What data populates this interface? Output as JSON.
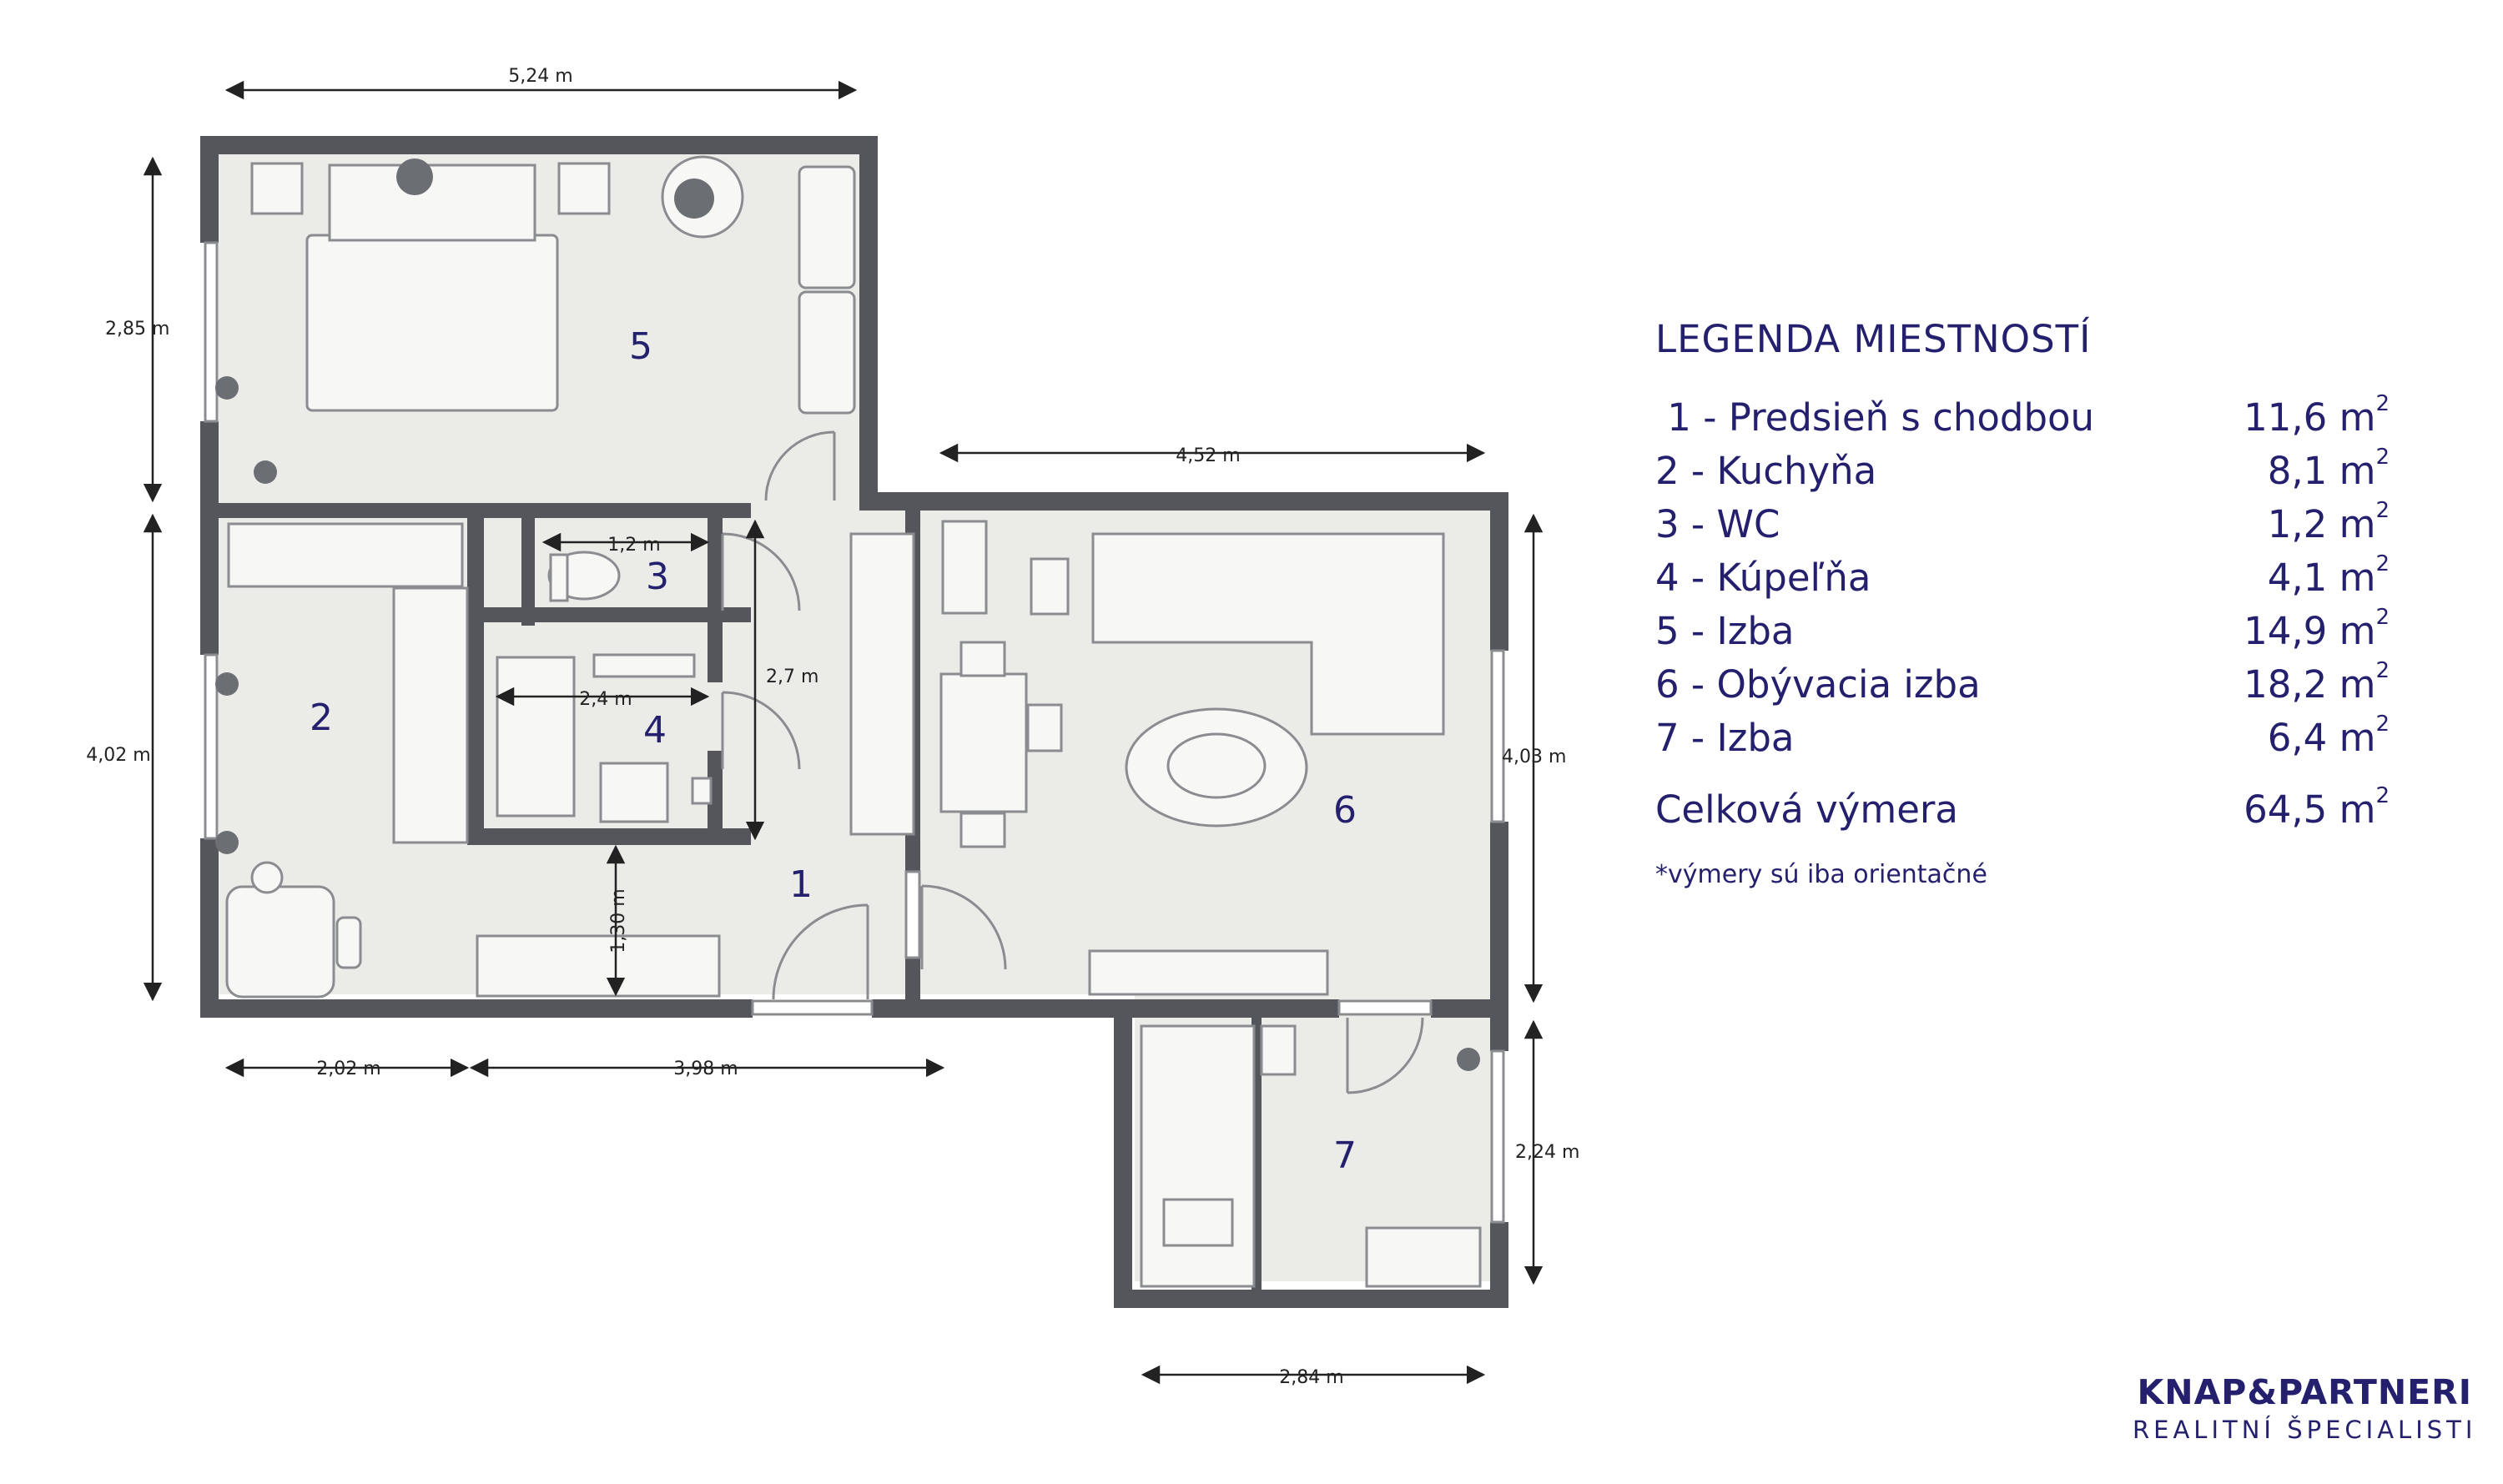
{
  "legend": {
    "title": "LEGENDA MIESTNOSTÍ",
    "rooms": [
      {
        "label": " 1 - Predsieň s chodbou",
        "area": "11,6 m",
        "unit_sup": "2"
      },
      {
        "label": "2 - Kuchyňa",
        "area": "8,1 m",
        "unit_sup": "2"
      },
      {
        "label": "3 - WC",
        "area": "1,2 m",
        "unit_sup": "2"
      },
      {
        "label": "4 - Kúpeľňa",
        "area": "4,1 m",
        "unit_sup": "2"
      },
      {
        "label": "5 - Izba",
        "area": "14,9 m",
        "unit_sup": "2"
      },
      {
        "label": "6 - Obývacia izba",
        "area": "18,2 m",
        "unit_sup": "2"
      },
      {
        "label": "7 - Izba",
        "area": "6,4 m",
        "unit_sup": "2"
      }
    ],
    "total_label": "Celková výmera",
    "total_area": "64,5 m",
    "total_sup": "2",
    "note": "*výmery sú iba orientačné"
  },
  "brand": {
    "name": "KNAP&PARTNERI",
    "tagline": "REALITNÍ ŠPECIALISTI"
  },
  "plan": {
    "room_numbers": [
      "1",
      "2",
      "3",
      "4",
      "5",
      "6",
      "7"
    ],
    "dimensions": {
      "top_width": "5,24 m",
      "left_upper_height": "2,85 m",
      "left_lower_height": "4,02 m",
      "living_width": "4,52 m",
      "living_height": "4,03 m",
      "wc_width": "1,2 m",
      "bath_width": "2,4 m",
      "hall_height": "2,7 m",
      "hall_bottom_gap": "1,30 m",
      "bottom_left_width": "2,02 m",
      "bottom_mid_width": "3,98 m",
      "room7_height": "2,24 m",
      "room7_width": "2,84 m"
    }
  },
  "colors": {
    "wall": "#54565c",
    "floor": "#ebebe8",
    "text": "#24206e",
    "furniture_stroke": "#8a8c90"
  }
}
